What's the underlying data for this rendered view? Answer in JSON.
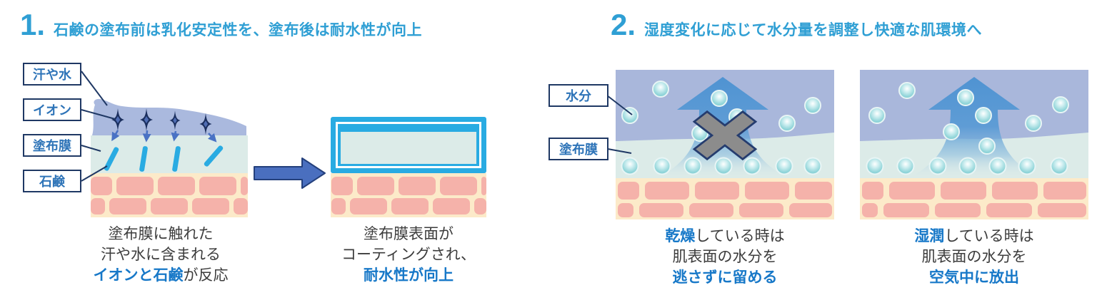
{
  "panel1": {
    "number": "1.",
    "title": "石鹸の塗布前は乳化安定性を、塗布後は耐水性が向上",
    "labels": [
      "汗や水",
      "イオン",
      "塗布膜",
      "石鹸"
    ],
    "fig_before": {
      "caption": {
        "line1": "塗布膜に触れた",
        "line2": "汗や水に含まれる",
        "line3_em": "イオンと石鹸",
        "line3_rest": "が反応"
      }
    },
    "fig_after": {
      "caption": {
        "line1": "塗布膜表面が",
        "line2": "コーティングされ、",
        "line3_em": "耐水性が向上"
      }
    }
  },
  "panel2": {
    "number": "2.",
    "title": "湿度変化に応じて水分量を調整し快適な肌環境へ",
    "labels": [
      "水分",
      "塗布膜"
    ],
    "fig_dry": {
      "caption": {
        "line1_em": "乾燥",
        "line1_rest": "している時は",
        "line2": "肌表面の水分を",
        "line3_em": "逃さずに留める"
      }
    },
    "fig_humid": {
      "caption": {
        "line1_em": "湿潤",
        "line1_rest": "している時は",
        "line2": "肌表面の水分を",
        "line3_em": "空気中に放出"
      }
    }
  },
  "icons": {
    "ion-sparkle-icon": "four-point sparkle ✦",
    "reaction-down-arrow-icon": "↓",
    "transform-right-arrow-icon": "➡",
    "evaporation-up-arrow-icon": "⬆",
    "blocked-cross-icon": "✕",
    "moisture-droplet-icon": "● teal sphere"
  },
  "colors": {
    "title_blue": "#2f9fd4",
    "label_blue": "#2e74b8",
    "emphasis_blue": "#1778c8",
    "text_black": "#3c3c3c",
    "outline_navy": "#1f3864",
    "soap_cyan": "#29abe2",
    "water_layer_periwinkle": "#aab9de",
    "film_layer_teal": "#dcebe8",
    "skin_base_cream": "#fceac9",
    "skin_cell_pink": "#f5b2aa",
    "block_arrow_blue": "#4a6fbf",
    "up_arrow_blue": "#5b9bd5",
    "droplet_teal": "#7cc7cf",
    "cross_gray": "#8c8c8c"
  }
}
